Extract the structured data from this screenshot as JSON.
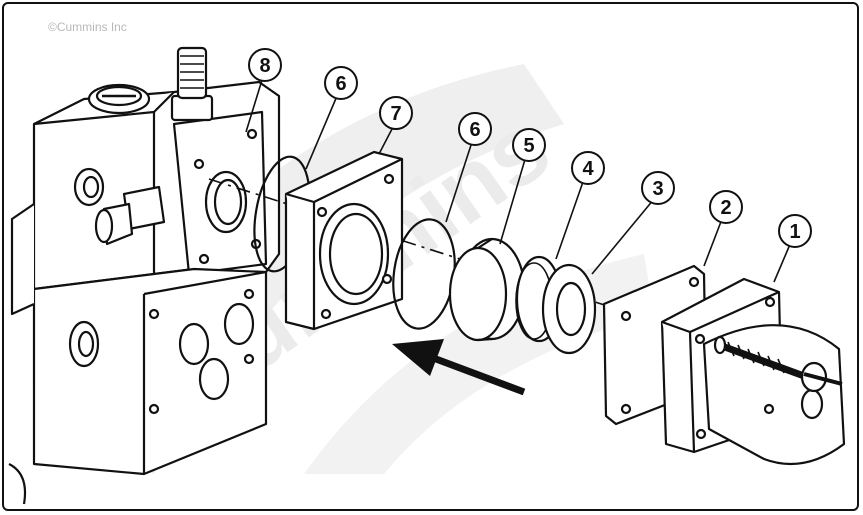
{
  "copyright": "©Cummins Inc",
  "watermark_text": "Cummins",
  "part_labels": [
    "8",
    "6",
    "7",
    "6",
    "5",
    "4",
    "3",
    "2",
    "1"
  ],
  "colors": {
    "line": "#111111",
    "background": "#ffffff",
    "watermark": "#ececec",
    "border": "#111111"
  },
  "arrow_direction": "left"
}
